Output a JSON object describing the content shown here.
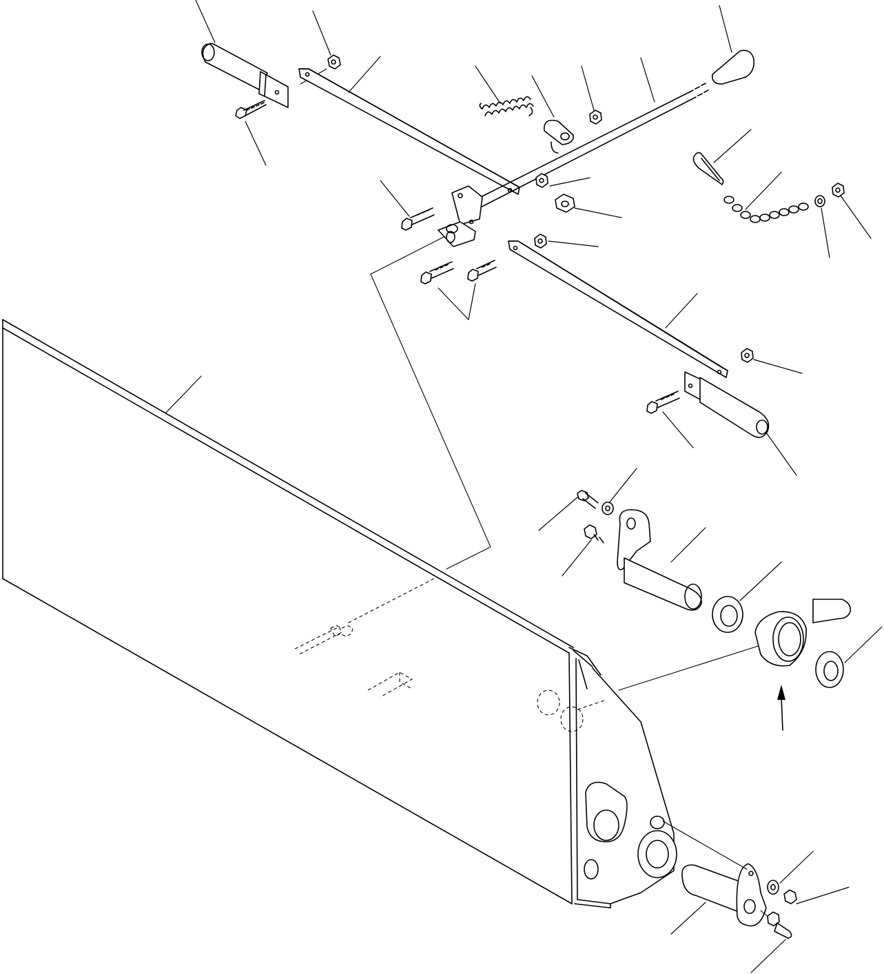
{
  "diagram": {
    "type": "exploded-parts-drawing",
    "colors": {
      "line": "#000000",
      "background": "#ffffff"
    },
    "parts": [
      "handle-grip-left",
      "lock-bolt-left",
      "locknut",
      "link-bar-upper",
      "spring",
      "lever-plate",
      "locknut-small",
      "control-rod",
      "handle-knob",
      "cotter-pin",
      "chain",
      "washer-small",
      "nut-small",
      "bracket-bolt",
      "clevis-bracket",
      "bracket-nut",
      "link-bar-lower",
      "lock-pin-right",
      "pivot-pin-upper",
      "thrust-washer",
      "bushing-eye",
      "bucket-side-plate",
      "pivot-pin-lower",
      "grease-fitting"
    ]
  }
}
